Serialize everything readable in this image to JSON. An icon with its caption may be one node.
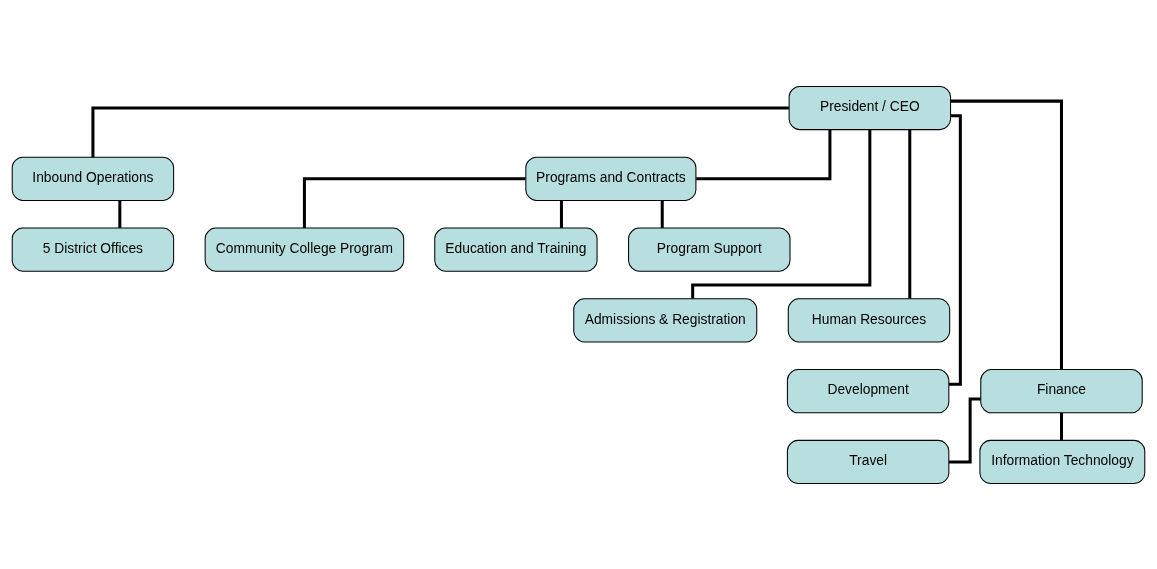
{
  "diagram": {
    "nodes": [
      {
        "text": [
          "President / CEO"
        ]
      },
      {
        "text": [
          "Inbound Operations"
        ]
      },
      {
        "text": [
          "Programs and Contracts"
        ]
      },
      {
        "text": [
          "5 District Offices"
        ]
      },
      {
        "text": [
          "Community College Program"
        ]
      },
      {
        "text": [
          "Education and Training"
        ]
      },
      {
        "text": [
          "Program Support"
        ]
      },
      {
        "text": [
          "Admissions & Registration"
        ]
      },
      {
        "text": [
          "Human Resources"
        ]
      },
      {
        "text": [
          "Development"
        ]
      },
      {
        "text": [
          "Finance"
        ]
      },
      {
        "text": [
          "Travel"
        ]
      },
      {
        "text": [
          "Information Technology"
        ]
      }
    ],
    "edges": [
      {
        "from": 0,
        "to": 1,
        "arrow": "none"
      },
      {
        "from": 0,
        "to": 2,
        "arrow": "none"
      },
      {
        "from": 1,
        "to": 3,
        "arrow": "none"
      },
      {
        "from": 2,
        "to": 4,
        "arrow": "none"
      },
      {
        "from": 2,
        "to": 5,
        "arrow": "none"
      },
      {
        "from": 2,
        "to": 6,
        "arrow": "none"
      },
      {
        "from": 0,
        "to": 7,
        "arrow": "none"
      },
      {
        "from": 0,
        "to": 8,
        "arrow": "none"
      },
      {
        "from": 0,
        "to": 9,
        "arrow": "none"
      },
      {
        "from": 0,
        "to": 10,
        "arrow": "none"
      },
      {
        "from": 10,
        "to": 11,
        "arrow": "none"
      },
      {
        "from": 10,
        "to": 12,
        "arrow": "none"
      }
    ]
  }
}
